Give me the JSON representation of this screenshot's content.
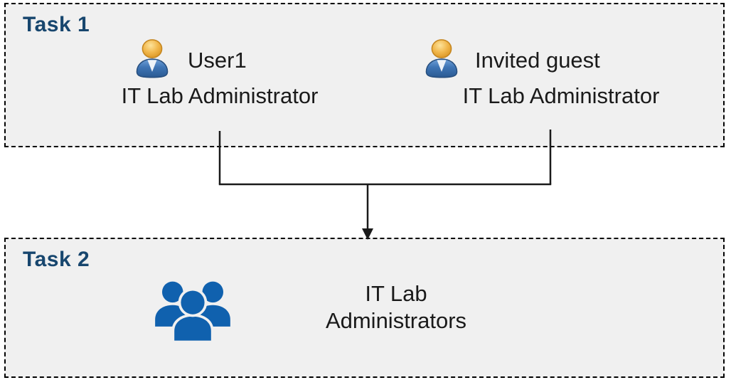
{
  "task1": {
    "label": "Task 1",
    "people": [
      {
        "name": "User1",
        "role": "IT Lab Administrator",
        "icon": "person-icon"
      },
      {
        "name": "Invited guest",
        "role": "IT Lab Administrator",
        "icon": "person-icon"
      }
    ]
  },
  "task2": {
    "label": "Task 2",
    "group": {
      "line1": "IT Lab",
      "line2": "Administrators",
      "icon": "people-group-icon"
    }
  },
  "connector": {
    "type": "merge-arrow",
    "from": [
      "User1",
      "Invited guest"
    ],
    "to": "IT Lab Administrators"
  },
  "colors": {
    "task_label": "#17466E",
    "box_fill": "#F0F0F0",
    "box_border": "#000000",
    "person_head_gold": "#EFAF3F",
    "person_body_blue": "#3E74B4",
    "group_icon_blue": "#1061AE",
    "connector_line": "#1A1A1A",
    "text": "#1A1A1A"
  }
}
